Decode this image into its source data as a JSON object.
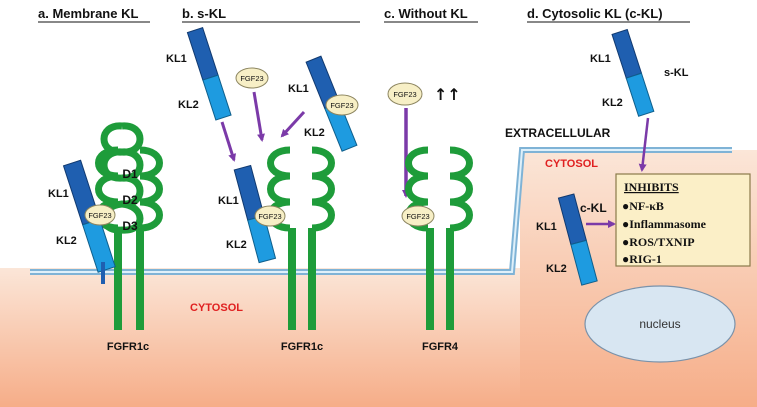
{
  "panels": {
    "a": "a.   Membrane KL",
    "b": "b.          s-KL",
    "c": "c.  Without KL",
    "d": "d.  Cytosolic KL (c-KL)"
  },
  "labels": {
    "kl1": "KL1",
    "kl2": "KL2",
    "fgf23": "FGF23",
    "d1": "D1",
    "d2": "D2",
    "d3": "D3",
    "fgfr1c": "FGFR1c",
    "fgfr4": "FGFR4",
    "cytosol": "CYTOSOL",
    "extracellular": "EXTRACELLULAR",
    "skl": "s-KL",
    "ckl": "c-KL",
    "nucleus": "nucleus",
    "up_arrows": "↑↑"
  },
  "inhibits": {
    "title": "INHIBITS",
    "items": [
      "●NF-κB",
      "●Inflammasome",
      "●ROS/TXNIP",
      "●RIG-1"
    ]
  },
  "colors": {
    "kl1": "#1f5fb0",
    "kl2": "#1e9be0",
    "receptor": "#1e9c3a",
    "fgf23": "#f7efc6",
    "arrow": "#7b3aa8",
    "membrane": "#9ecbe6",
    "cytosol_top": "#fbe3d3",
    "cytosol_bottom": "#f6b08c",
    "inhibit_box": "#fbefc7",
    "nucleus": "#d8e6f2"
  }
}
